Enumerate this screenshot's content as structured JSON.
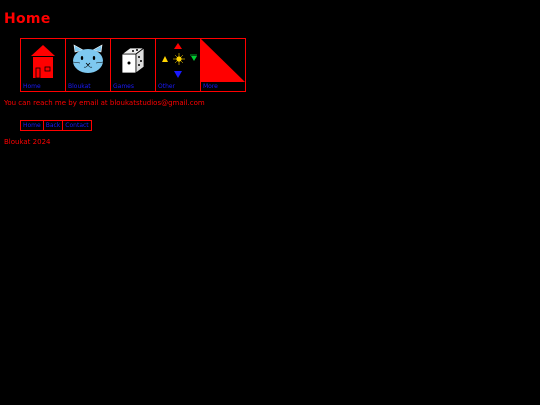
{
  "page": {
    "title": "Home",
    "accent_color": "#ff0000",
    "link_color": "#1a1aff",
    "background_color": "#000000"
  },
  "tiles": [
    {
      "icon": "house-icon",
      "label": "Home"
    },
    {
      "icon": "cat-icon",
      "label": "Bloukat"
    },
    {
      "icon": "dice-icon",
      "label": "Games"
    },
    {
      "icon": "arrows-icon",
      "label": "Other"
    },
    {
      "icon": "triangle-icon",
      "label": "More"
    }
  ],
  "contact": {
    "text": "You can reach me by email at bloukatstudios@gmail.com"
  },
  "buttons": [
    {
      "label": "Home"
    },
    {
      "label": "Back"
    },
    {
      "label": "Contact"
    }
  ],
  "footer": {
    "text": "Bloukat 2024"
  }
}
